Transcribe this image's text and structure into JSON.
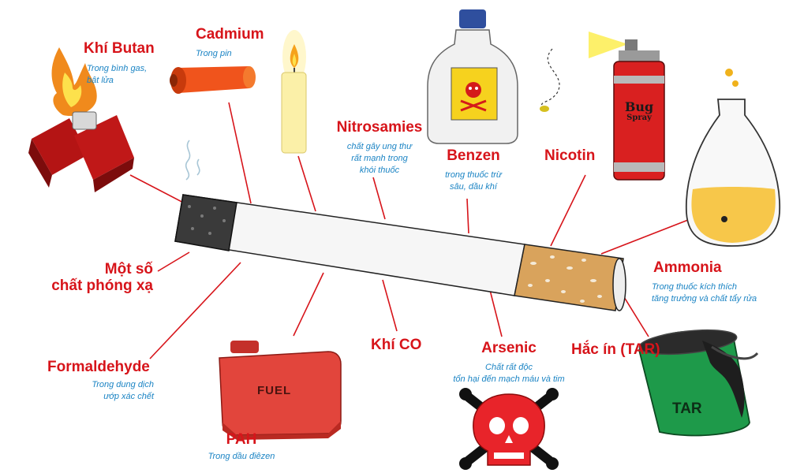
{
  "colors": {
    "label": "#d7141a",
    "description": "#1b84c4",
    "pointer_line": "#d7141a",
    "filter": "#d9a35c",
    "ash": "#3a3a3a",
    "skull": "#e8242a",
    "tar_can": "#1e9a4a",
    "fuel_can": "#e2453c",
    "battery": "#f0541c",
    "spray_can": "#d92020"
  },
  "chemicals": [
    {
      "id": "khi-butan",
      "name": "Khí Butan",
      "description_lines": [
        "Trong bình gas,",
        "bật lửa"
      ],
      "icon": "lighter-icon"
    },
    {
      "id": "cadmium",
      "name": "Cadmium",
      "description_lines": [
        "Trong pin"
      ],
      "icon": "battery-icon"
    },
    {
      "id": "nitrosamies",
      "name": "Nitrosamies",
      "description_lines": [
        "chất gây ung thư",
        "rất mạnh trong",
        "khói thuốc"
      ],
      "icon": "candle-icon"
    },
    {
      "id": "benzen",
      "name": "Benzen",
      "description_lines": [
        "trong thuốc trừ",
        "sâu, dầu khí"
      ],
      "icon": "poison-bottle-icon"
    },
    {
      "id": "nicotin",
      "name": "Nicotin",
      "description_lines": [],
      "icon": "bug-spray-icon"
    },
    {
      "id": "ammonia",
      "name": "Ammonia",
      "description_lines": [
        "Trong thuốc kích thích",
        "tăng trưởng và chất tẩy rửa"
      ],
      "icon": "flask-icon"
    },
    {
      "id": "mot-so-chat-phong-xa",
      "name_lines": [
        "Một số",
        "chất phóng xạ"
      ],
      "description_lines": [],
      "icon": ""
    },
    {
      "id": "formaldehyde",
      "name": "Formaldehyde",
      "description_lines": [
        "Trong dung dịch",
        "ướp xác chết"
      ],
      "icon": ""
    },
    {
      "id": "pah",
      "name": "PAH",
      "description_lines": [
        "Trong dầu điêzen"
      ],
      "icon": "fuel-can-icon"
    },
    {
      "id": "khi-co",
      "name": "Khí CO",
      "description_lines": [],
      "icon": ""
    },
    {
      "id": "arsenic",
      "name": "Arsenic",
      "description_lines": [
        "Chất rất độc",
        "tổn hại đến mạch máu và tim"
      ],
      "icon": "skull-crossbones-icon"
    },
    {
      "id": "hac-in",
      "name": "Hắc ín (TAR)",
      "description_lines": [],
      "icon": "tar-can-icon"
    }
  ],
  "object_texts": {
    "fuel_can": "FUEL",
    "tar_can": "TAR",
    "spray_can_line1": "Bug",
    "spray_can_line2": "Spray"
  }
}
